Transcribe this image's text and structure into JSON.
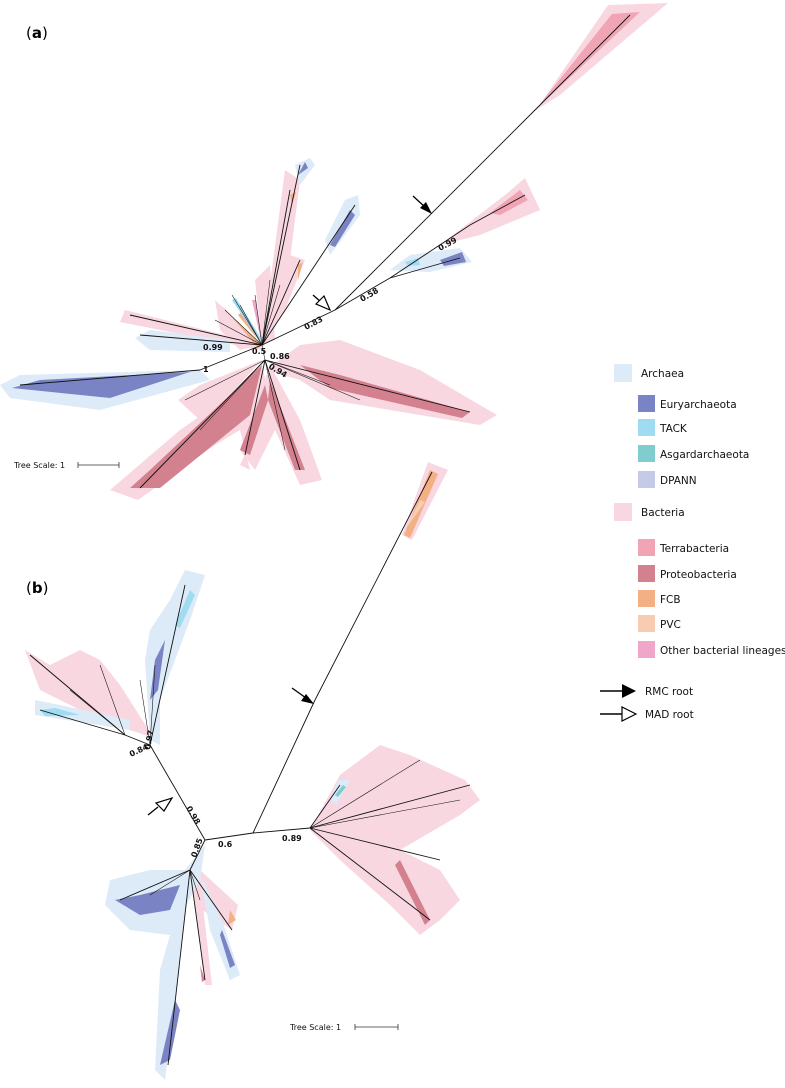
{
  "panels": {
    "a": {
      "label_open": "(",
      "label_letter": "a",
      "label_close": ")"
    },
    "b": {
      "label_open": "(",
      "label_letter": "b",
      "label_close": ")"
    }
  },
  "supports_a": [
    "0.99",
    "0.58",
    "0.83",
    "0.99",
    "1",
    "0.5",
    "0.86",
    "0.94"
  ],
  "supports_b": [
    "0.84",
    "0.97",
    "0.98",
    "0.85",
    "0.6",
    "0.89"
  ],
  "scale": {
    "a": "Tree Scale: 1",
    "b": "Tree Scale: 1"
  },
  "legend": {
    "archaea": {
      "label": "Archaea",
      "color": "#dcebf7"
    },
    "archaea_groups": [
      {
        "label": "Euryarchaeota",
        "color": "#7a83c4"
      },
      {
        "label": "TACK",
        "color": "#9fdcf2"
      },
      {
        "label": "Asgardarchaeota",
        "color": "#7fcdcf"
      },
      {
        "label": "DPANN",
        "color": "#c4cbe8"
      }
    ],
    "bacteria": {
      "label": "Bacteria",
      "color": "#f8d7e1"
    },
    "bacteria_groups": [
      {
        "label": "Terrabacteria",
        "color": "#f0a4b4"
      },
      {
        "label": "Proteobacteria",
        "color": "#d3808f"
      },
      {
        "label": "FCB",
        "color": "#f4b085"
      },
      {
        "label": "PVC",
        "color": "#f8ccb0"
      },
      {
        "label": "Other bacterial lineages",
        "color": "#f0a6c8"
      }
    ],
    "roots": [
      {
        "label": "RMC root",
        "style": "filled-arrow"
      },
      {
        "label": "MAD root",
        "style": "open-arrow"
      }
    ]
  }
}
